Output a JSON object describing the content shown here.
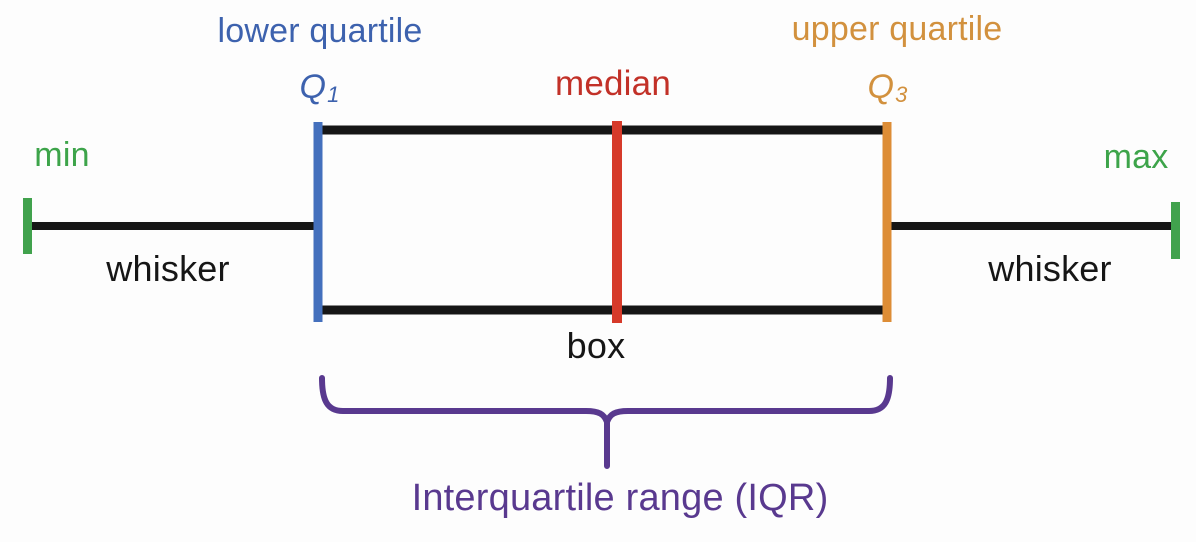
{
  "diagram": {
    "labels": {
      "lower_quartile": "lower quartile",
      "q_symbol": "Q",
      "q1_subscript": "1",
      "median": "median",
      "upper_quartile": "upper quartile",
      "q3_subscript": "3",
      "min": "min",
      "max": "max",
      "whisker_left": "whisker",
      "whisker_right": "whisker",
      "box": "box",
      "iqr": "Interquartile range (IQR)"
    },
    "colors": {
      "quartile_blue": "#4470bd",
      "blue_text": "#3d62ae",
      "median_red": "#d63a2a",
      "red_text": "#c23128",
      "quartile_orange": "#dd8d36",
      "orange_text": "#d2913e",
      "minmax_green": "#41a24d",
      "green_text": "#3da44a",
      "iqr_purple": "#59398f",
      "line_black": "#161616"
    }
  }
}
